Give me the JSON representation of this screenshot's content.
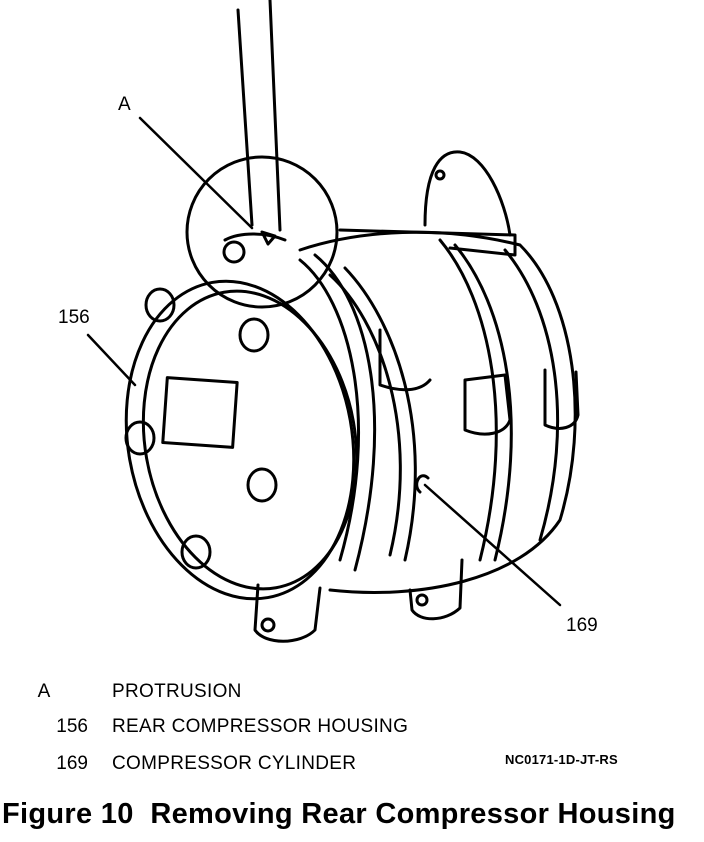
{
  "callouts": {
    "a": "A",
    "c156": "156",
    "c169": "169"
  },
  "legend": [
    {
      "code": "A",
      "description": "PROTRUSION"
    },
    {
      "code": "156",
      "description": "REAR COMPRESSOR HOUSING"
    },
    {
      "code": "169",
      "description": "COMPRESSOR CYLINDER"
    }
  ],
  "reference_code": "NC0171-1D-JT-RS",
  "figure": {
    "number": "Figure 10",
    "title": "Removing Rear Compressor Housing"
  }
}
